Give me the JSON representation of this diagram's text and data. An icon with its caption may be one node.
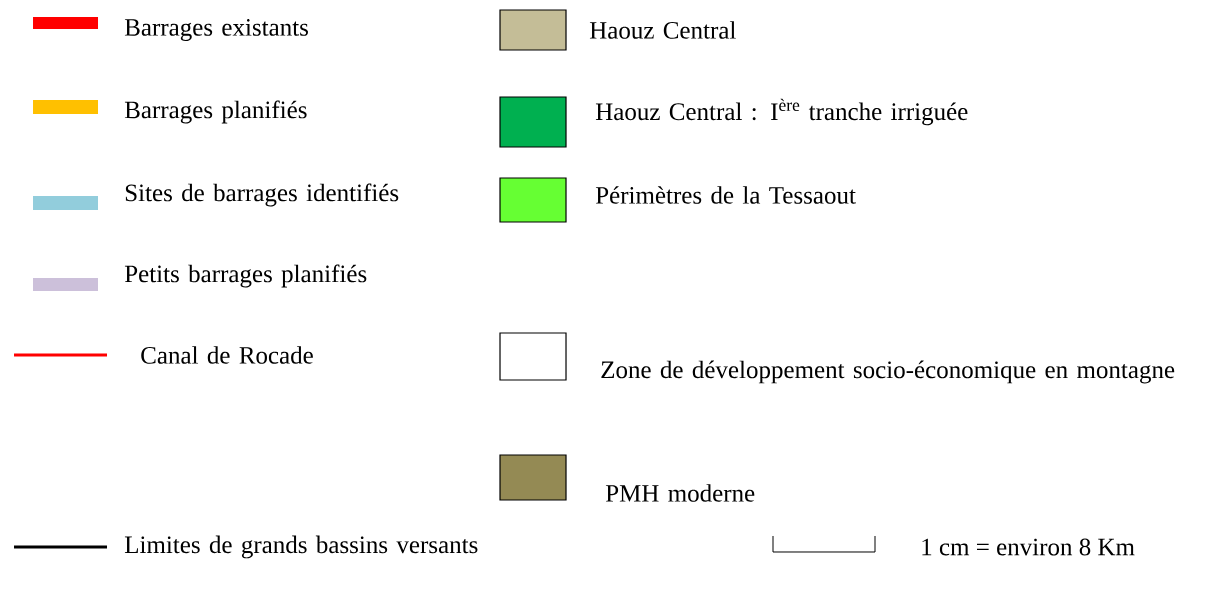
{
  "diagram": {
    "legend": [
      {
        "text": "Barrages existants",
        "color": "#ff0000"
      },
      {
        "text": "Haouz Central",
        "color": "#c4bd97"
      },
      {
        "text": "Barrages planifiés",
        "color": "#ffc000"
      },
      {
        "text": "Haouz Central : I$^{ère}$ tranche irriguée",
        "color": "#00b050"
      },
      {
        "text": "Sites de barrages identifiés",
        "color": "#92cddc"
      },
      {
        "text": "Périmètres de la Tessaout",
        "color": "#66ff33"
      },
      {
        "text": "Petits barrages planifiés",
        "color": "#ccc0da"
      },
      {
        "text": "Canal de Rocade"
      },
      {
        "text": "Zone de développement socio-économique en montagne"
      },
      {
        "text": "PMH moderne",
        "color": "#948a54"
      },
      {
        "text": "Limites de grands bassins versants"
      }
    ],
    "labels": [
      "1 cm = environ 8 Km"
    ]
  }
}
